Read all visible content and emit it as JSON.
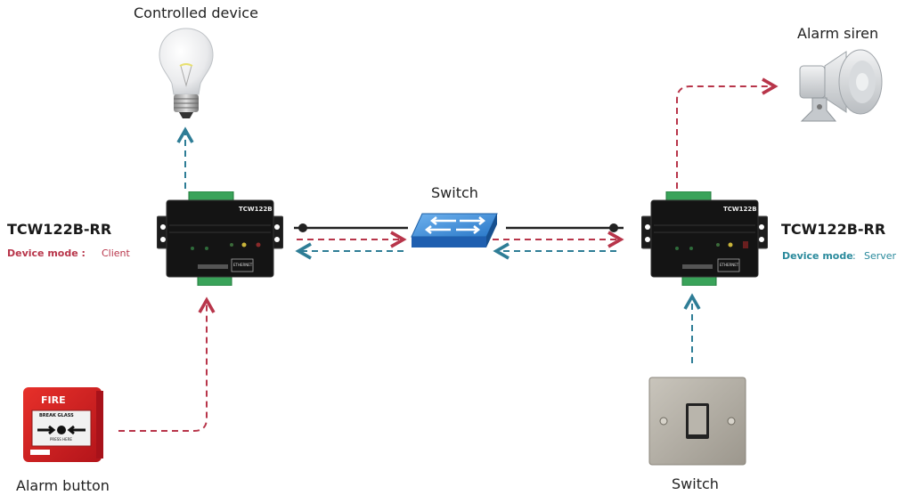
{
  "diagram": {
    "nodes": {
      "controlled_device": {
        "label": "Controlled device",
        "icon": "light-bulb-icon"
      },
      "alarm_siren": {
        "label": "Alarm siren",
        "icon": "siren-icon"
      },
      "network_switch": {
        "label": "Switch",
        "icon": "network-switch-icon"
      },
      "alarm_button": {
        "label": "Alarm button",
        "icon": "fire-alarm-button-icon",
        "face_text": "FIRE",
        "glass_text": "BREAK GLASS",
        "press_text": "PRESS HERE"
      },
      "wall_switch": {
        "label": "Switch",
        "icon": "wall-switch-icon"
      },
      "client_device": {
        "model": "TCW122B-RR",
        "mode_key": "Device mode :",
        "mode_value": "Client",
        "panel_label": "TCW122B",
        "ethernet_label": "ETHERNET"
      },
      "server_device": {
        "model": "TCW122B-RR",
        "mode_key": "Device mode",
        "mode_sep": ":",
        "mode_value": "Server",
        "panel_label": "TCW122B",
        "ethernet_label": "ETHERNET"
      }
    },
    "colors": {
      "client_accent": "#b8354a",
      "server_accent": "#2a8a9c",
      "red_arrow": "#b8354a",
      "blue_arrow": "#2e7d96",
      "cable": "#222222",
      "switch_blue": "#2f7fd0"
    }
  }
}
